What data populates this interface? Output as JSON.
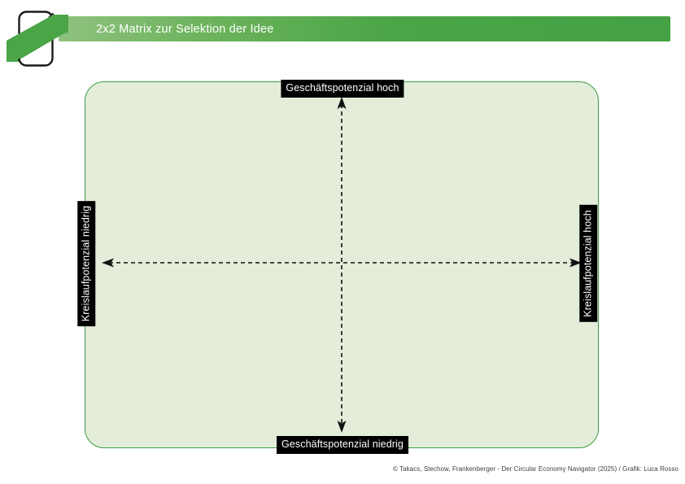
{
  "header": {
    "title": "2x2 Matrix zur Selektion der Idee",
    "bar_gradient_from": "#8fc280",
    "bar_gradient_to": "#44a244",
    "title_color": "#ffffff",
    "logo": {
      "icon": "pencil-notepad-icon",
      "band_color": "#4aa546",
      "card_color": "#ffffff",
      "outline_color": "#1a1a1a"
    }
  },
  "matrix": {
    "fill_color": "#e3edda",
    "border_color": "#3d9c45",
    "axes": {
      "line_style": "dashed",
      "line_color": "#111111",
      "vertical": {
        "top_label": "Geschäftspotenzial hoch",
        "bottom_label": "Geschäftspotenzial niedrig"
      },
      "horizontal": {
        "left_label": "Kreislaufpotenzial niedrig",
        "right_label": "Kreislaufpotenzial hoch"
      }
    },
    "label_background": "#000000",
    "label_color": "#ffffff"
  },
  "footer": {
    "credit": "© Takacs, Stechow, Frankenberger - Der Circular Economy Navigator (2025) / Grafik: Luca Rosso"
  }
}
